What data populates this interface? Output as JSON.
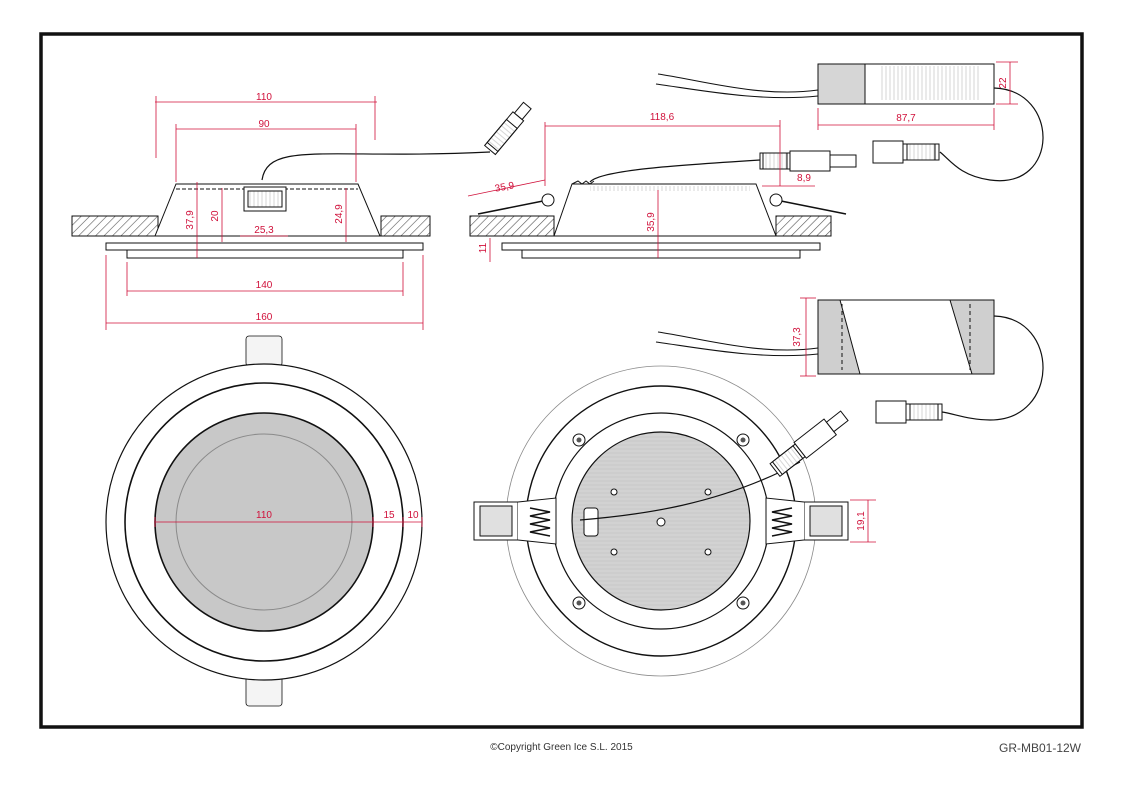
{
  "drawing": {
    "dimensions": {
      "side_view": {
        "cutout_110": "110",
        "inner_90": "90",
        "height_37_9": "37,9",
        "body_20": "20",
        "module_25_3": "25,3",
        "side_24_9": "24,9",
        "bezel_140": "140",
        "outer_160": "160"
      },
      "side_view_clips": {
        "clip_35_9": "35,9",
        "length_118_6": "118,6",
        "depth_35_9": "35,9",
        "thickness_11": "11",
        "connector_8_9": "8,9"
      },
      "driver_top": {
        "length_87_7": "87,7",
        "height_22": "22"
      },
      "driver_bottom": {
        "height_37_3": "37,3"
      },
      "front_view": {
        "lens_110": "110",
        "ring_15": "15",
        "rim_10": "10"
      },
      "rear_view": {
        "spring_19_1": "19,1"
      }
    },
    "colors": {
      "line": "#111111",
      "dimension": "#d0103a",
      "lens_fill": "#c8c8c8",
      "wall_hatch": "#555555"
    }
  },
  "footer": {
    "copyright": "©Copyright Green Ice S.L. 2015",
    "model": "GR-MB01-12W"
  }
}
